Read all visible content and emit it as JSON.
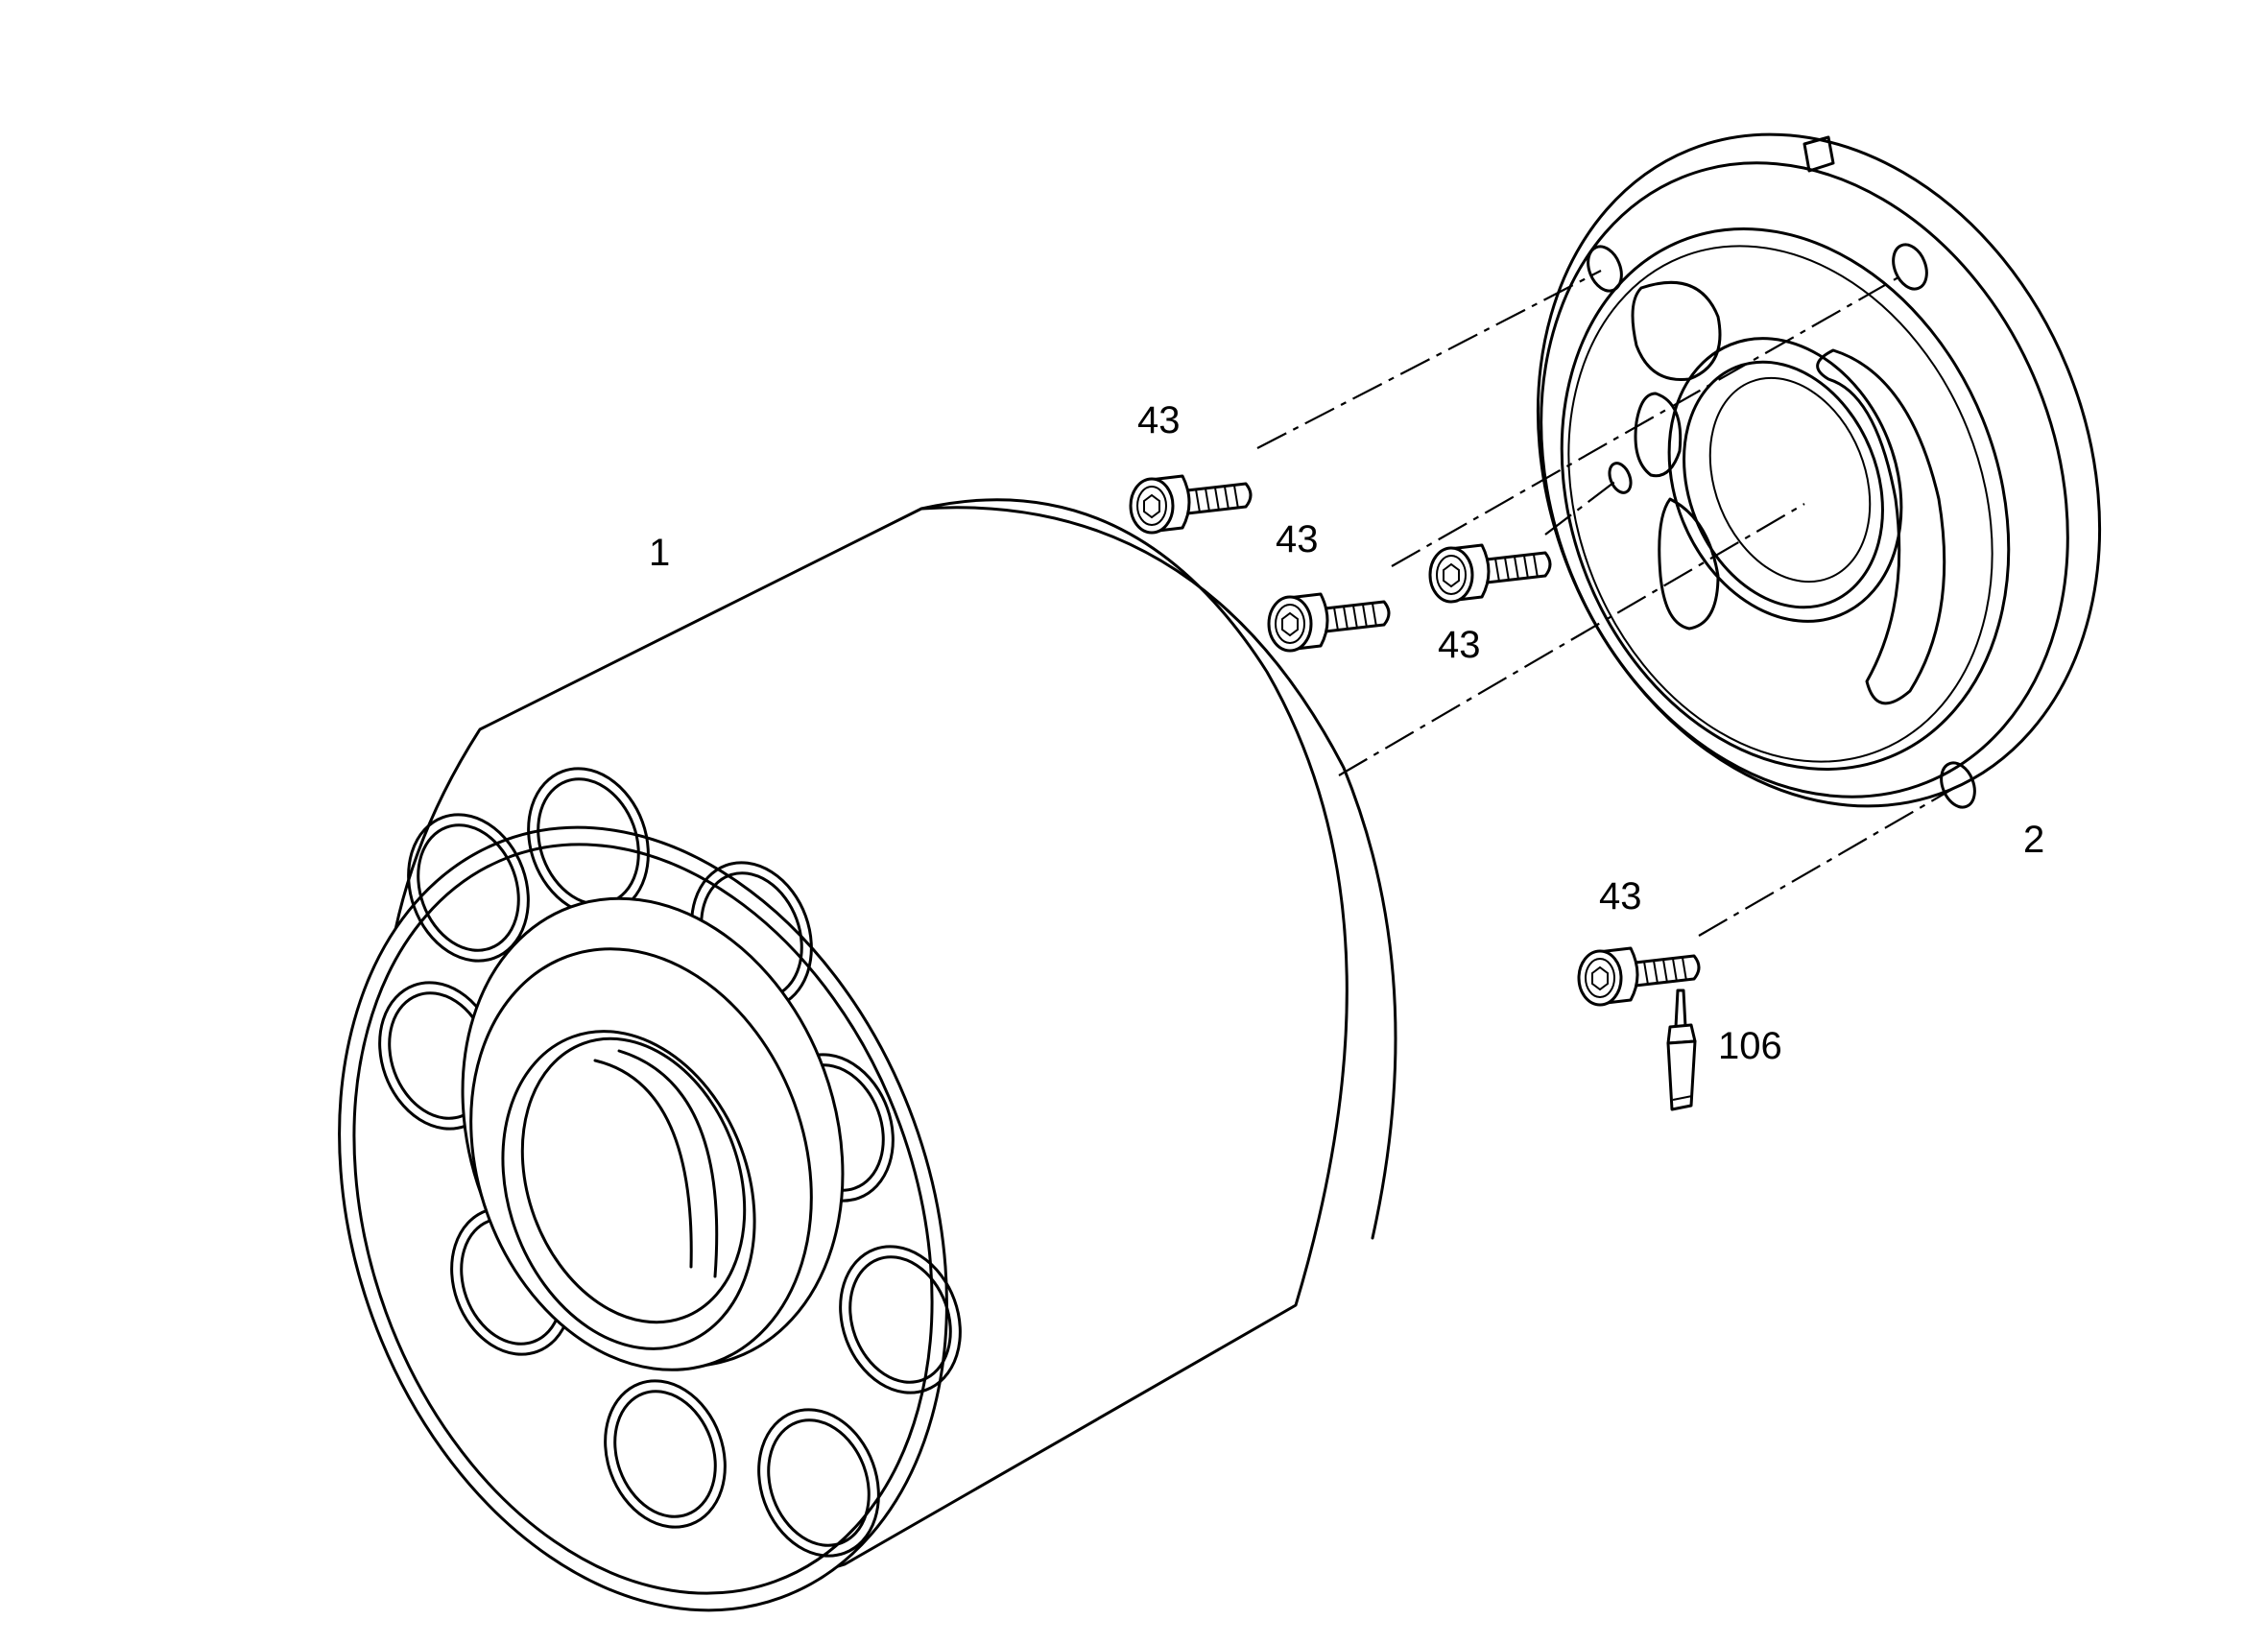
{
  "diagram": {
    "background": "#ffffff",
    "line_color": "#000000",
    "parts": [
      {
        "id": "cylinder-block",
        "label": "1"
      },
      {
        "id": "valve-plate",
        "label": "2"
      },
      {
        "id": "screw-a",
        "label": "43"
      },
      {
        "id": "screw-b",
        "label": "43"
      },
      {
        "id": "screw-c",
        "label": "43"
      },
      {
        "id": "screw-d",
        "label": "43"
      },
      {
        "id": "thread-locker-tube",
        "label": "106"
      }
    ]
  }
}
